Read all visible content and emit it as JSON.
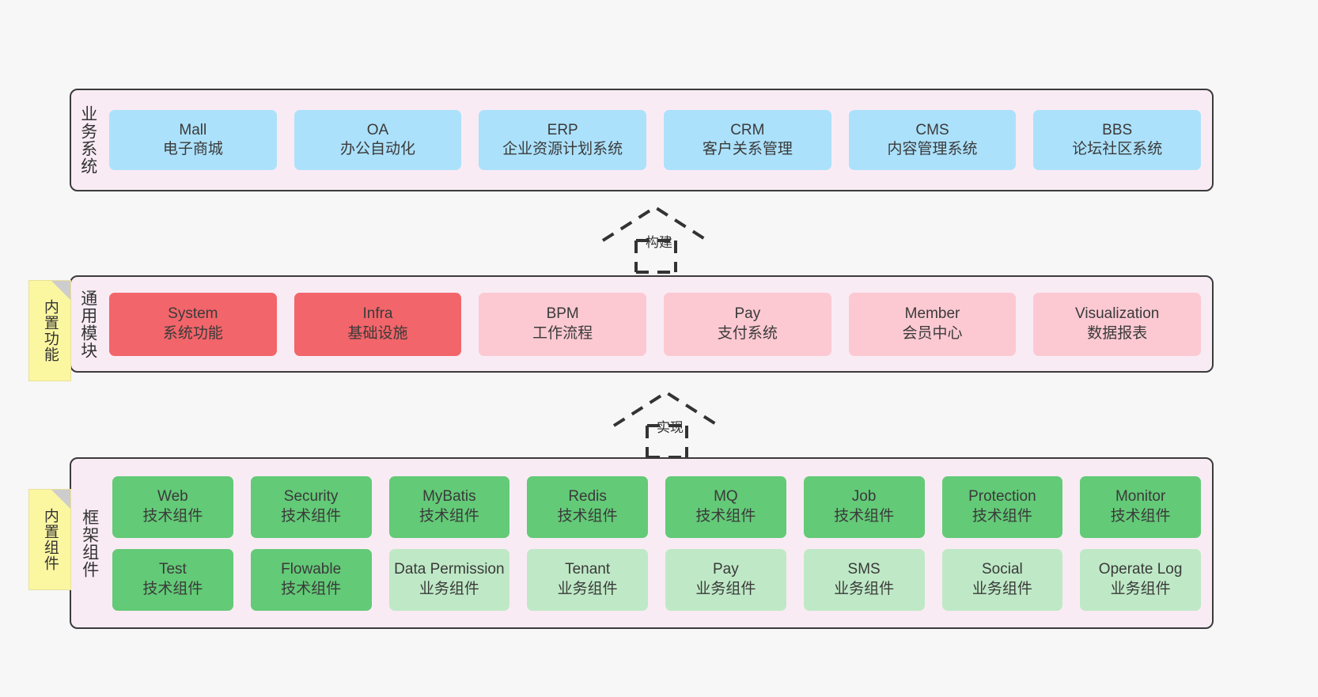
{
  "diagram": {
    "background_color": "#f7f7f7",
    "panel_color": "#f9ebf4",
    "panel_border_color": "#3b3b3b"
  },
  "notes": [
    {
      "label": "内置功能",
      "color": "#fbf7a1"
    },
    {
      "label": "内置组件",
      "color": "#fbf7a1"
    }
  ],
  "connectors": [
    {
      "label": "构建",
      "style": "dashed-generalization"
    },
    {
      "label": "实现",
      "style": "dashed-generalization"
    }
  ],
  "layers": [
    {
      "title": "业务系统",
      "color": "#ace1fb",
      "rows": [
        [
          {
            "name": "Mall",
            "desc": "电子商城",
            "color": "#ace1fb"
          },
          {
            "name": "OA",
            "desc": "办公自动化",
            "color": "#ace1fb"
          },
          {
            "name": "ERP",
            "desc": "企业资源计划系统",
            "color": "#ace1fb"
          },
          {
            "name": "CRM",
            "desc": "客户关系管理",
            "color": "#ace1fb"
          },
          {
            "name": "CMS",
            "desc": "内容管理系统",
            "color": "#ace1fb"
          },
          {
            "name": "BBS",
            "desc": "论坛社区系统",
            "color": "#ace1fb"
          }
        ]
      ]
    },
    {
      "title": "通用模块",
      "color": "#fcc9d2",
      "rows": [
        [
          {
            "name": "System",
            "desc": "系统功能",
            "color": "#f2656a",
            "variant": "red"
          },
          {
            "name": "Infra",
            "desc": "基础设施",
            "color": "#f2656a",
            "variant": "red"
          },
          {
            "name": "BPM",
            "desc": "工作流程",
            "color": "#fcc9d2",
            "variant": "pink"
          },
          {
            "name": "Pay",
            "desc": "支付系统",
            "color": "#fcc9d2",
            "variant": "pink"
          },
          {
            "name": "Member",
            "desc": "会员中心",
            "color": "#fcc9d2",
            "variant": "pink"
          },
          {
            "name": "Visualization",
            "desc": "数据报表",
            "color": "#fcc9d2",
            "variant": "pink"
          }
        ]
      ]
    },
    {
      "title": "框架组件",
      "color": "#63ca77",
      "rows": [
        [
          {
            "name": "Web",
            "desc": "技术组件",
            "color": "#63ca77",
            "variant": "green"
          },
          {
            "name": "Security",
            "desc": "技术组件",
            "color": "#63ca77",
            "variant": "green"
          },
          {
            "name": "MyBatis",
            "desc": "技术组件",
            "color": "#63ca77",
            "variant": "green"
          },
          {
            "name": "Redis",
            "desc": "技术组件",
            "color": "#63ca77",
            "variant": "green"
          },
          {
            "name": "MQ",
            "desc": "技术组件",
            "color": "#63ca77",
            "variant": "green"
          },
          {
            "name": "Job",
            "desc": "技术组件",
            "color": "#63ca77",
            "variant": "green"
          },
          {
            "name": "Protection",
            "desc": "技术组件",
            "color": "#63ca77",
            "variant": "green"
          },
          {
            "name": "Monitor",
            "desc": "技术组件",
            "color": "#63ca77",
            "variant": "green"
          }
        ],
        [
          {
            "name": "Test",
            "desc": "技术组件",
            "color": "#63ca77",
            "variant": "green"
          },
          {
            "name": "Flowable",
            "desc": "技术组件",
            "color": "#63ca77",
            "variant": "green"
          },
          {
            "name": "Data Permission",
            "desc": "业务组件",
            "color": "#bfe9c6",
            "variant": "lightgreen"
          },
          {
            "name": "Tenant",
            "desc": "业务组件",
            "color": "#bfe9c6",
            "variant": "lightgreen"
          },
          {
            "name": "Pay",
            "desc": "业务组件",
            "color": "#bfe9c6",
            "variant": "lightgreen"
          },
          {
            "name": "SMS",
            "desc": "业务组件",
            "color": "#bfe9c6",
            "variant": "lightgreen"
          },
          {
            "name": "Social",
            "desc": "业务组件",
            "color": "#bfe9c6",
            "variant": "lightgreen"
          },
          {
            "name": "Operate Log",
            "desc": "业务组件",
            "color": "#bfe9c6",
            "variant": "lightgreen"
          }
        ]
      ]
    }
  ]
}
